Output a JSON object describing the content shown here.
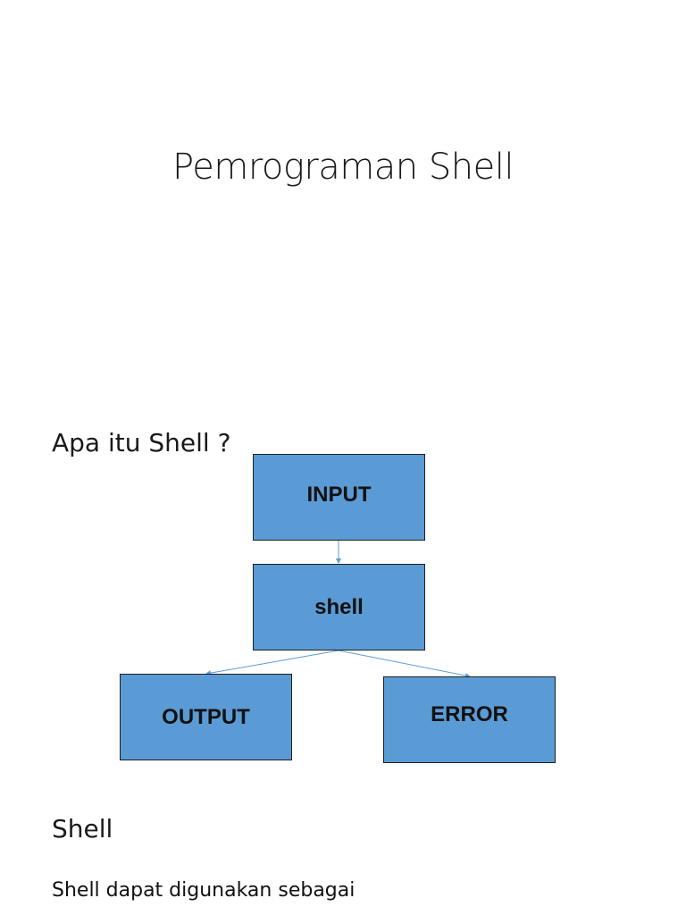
{
  "slide1": {
    "title": "Pemrograman Shell"
  },
  "slide2": {
    "heading": "Apa itu Shell ?",
    "diagram": {
      "input_label": "INPUT",
      "shell_label": "shell",
      "output_label": "OUTPUT",
      "error_label": "ERROR",
      "box_color": "#5b9bd5",
      "connector_color": "#5b9bd5"
    }
  },
  "slide3": {
    "heading": "Shell",
    "body_line1": "Shell dapat digunakan sebagai"
  }
}
